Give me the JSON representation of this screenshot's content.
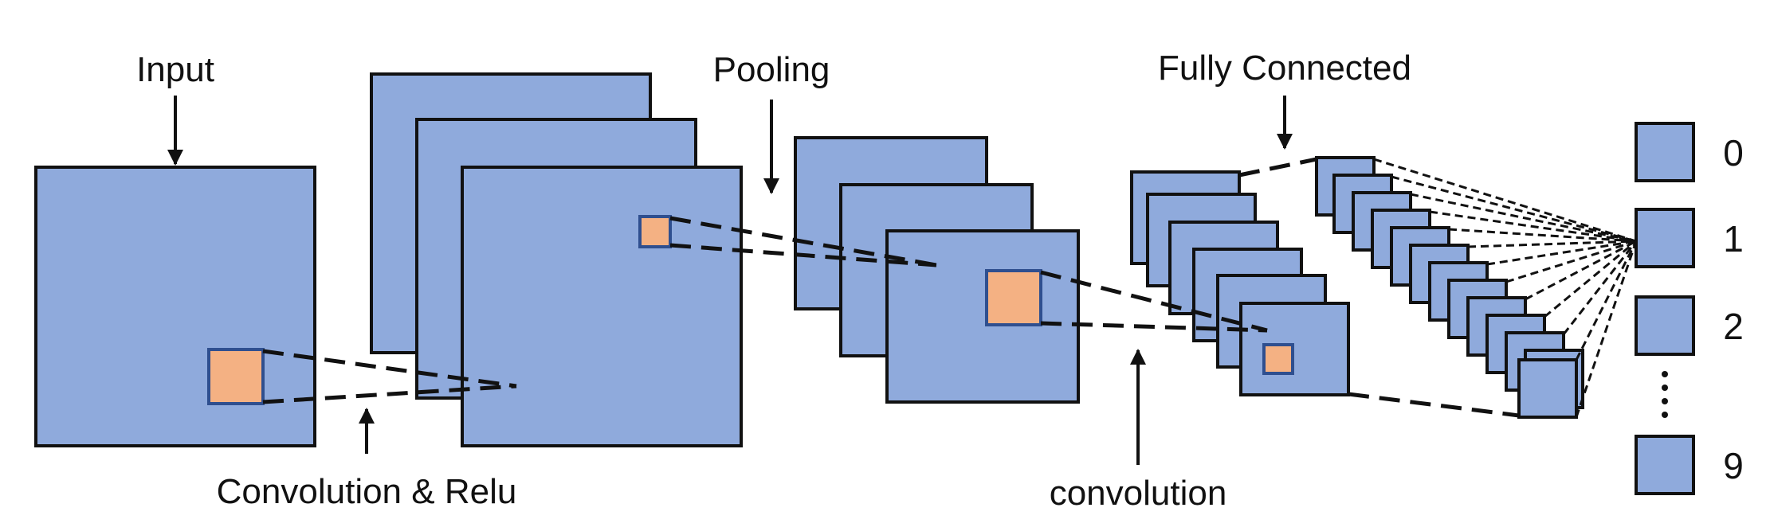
{
  "labels": {
    "input": "Input",
    "pooling": "Pooling",
    "fully_connected": "Fully Connected",
    "convolution_relu": "Convolution & Relu",
    "convolution": "convolution"
  },
  "outputs": [
    "0",
    "1",
    "2",
    "9"
  ],
  "colors": {
    "map_fill": "#8faadc",
    "map_stroke": "#111111",
    "kernel_fill": "#f4b183",
    "kernel_stroke": "#2f4f8f",
    "line": "#111111"
  }
}
